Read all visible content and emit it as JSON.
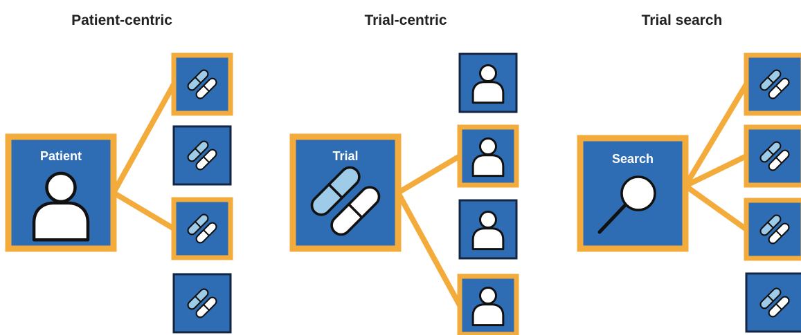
{
  "colors": {
    "box_fill": "#2e6db4",
    "highlight_border": "#f3ac3c",
    "plain_border": "#142544",
    "connector": "#f3ac3c",
    "pill_light": "#9dcbe8",
    "pill_white": "#ffffff",
    "icon_outline": "#111111",
    "title_text": "#222222"
  },
  "panels": [
    {
      "title": "Patient-centric",
      "main_box": {
        "label": "Patient",
        "icon": "person-icon"
      },
      "items": [
        {
          "icon": "pill-icon",
          "highlighted": true
        },
        {
          "icon": "pill-icon",
          "highlighted": false
        },
        {
          "icon": "pill-icon",
          "highlighted": true
        },
        {
          "icon": "pill-icon",
          "highlighted": false
        }
      ]
    },
    {
      "title": "Trial-centric",
      "main_box": {
        "label": "Trial",
        "icon": "pill-icon"
      },
      "items": [
        {
          "icon": "person-icon",
          "highlighted": false
        },
        {
          "icon": "person-icon",
          "highlighted": true
        },
        {
          "icon": "person-icon",
          "highlighted": false
        },
        {
          "icon": "person-icon",
          "highlighted": true
        }
      ]
    },
    {
      "title": "Trial search",
      "main_box": {
        "label": "Search",
        "icon": "magnifier-icon"
      },
      "items": [
        {
          "icon": "pill-icon",
          "highlighted": true
        },
        {
          "icon": "pill-icon",
          "highlighted": true
        },
        {
          "icon": "pill-icon",
          "highlighted": true
        },
        {
          "icon": "pill-icon",
          "highlighted": false
        }
      ]
    }
  ]
}
